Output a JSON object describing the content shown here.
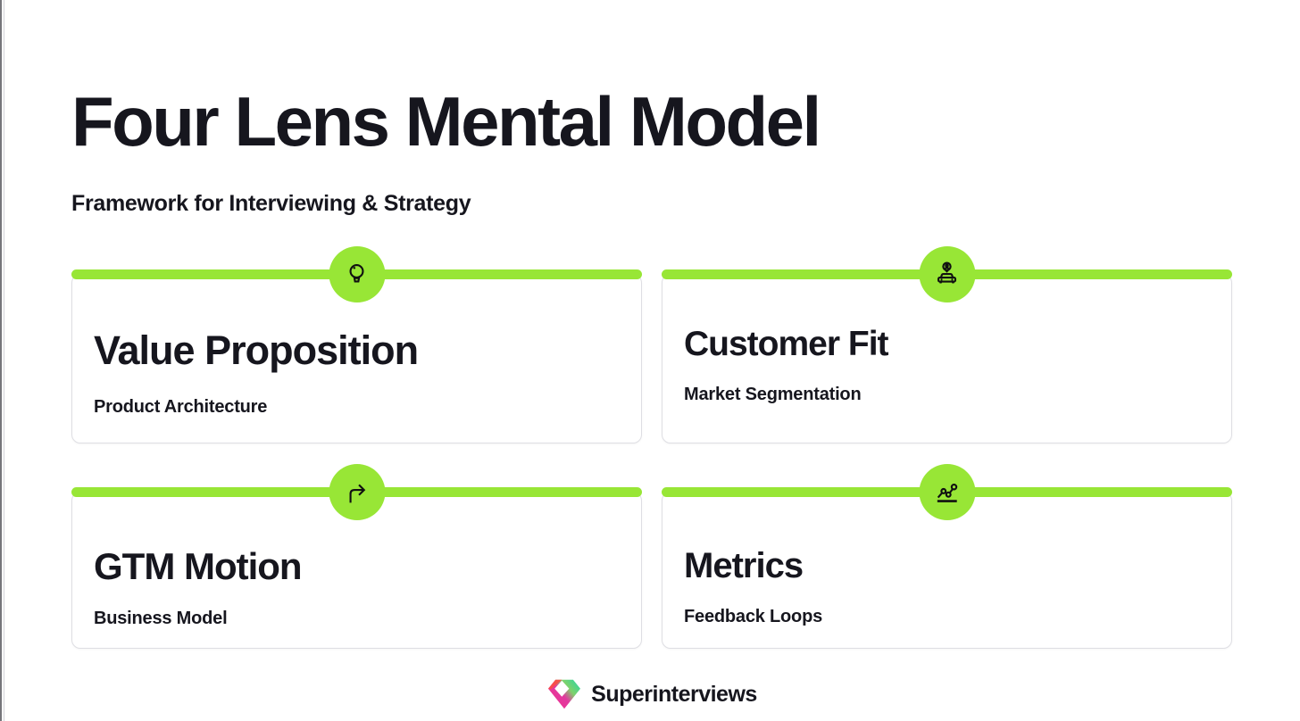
{
  "page": {
    "title": "Four Lens Mental Model",
    "subtitle": "Framework for Interviewing & Strategy"
  },
  "cards": [
    {
      "title": "Value Proposition",
      "subtitle": "Product Architecture",
      "icon": "lightbulb-icon"
    },
    {
      "title": "Customer Fit",
      "subtitle": "Market Segmentation",
      "icon": "driver-car-pin-icon"
    },
    {
      "title": "GTM Motion",
      "subtitle": "Business Model",
      "icon": "corner-up-right-arrow-icon"
    },
    {
      "title": "Metrics",
      "subtitle": "Feedback Loops",
      "icon": "line-chart-dots-icon"
    }
  ],
  "footer": {
    "brand": "Superinterviews"
  },
  "colors": {
    "accent_green": "#98E636",
    "text_dark": "#16161E",
    "card_border": "#DEDEE3",
    "logo_magenta": "#F2308F",
    "logo_red": "#FB4E42",
    "logo_green": "#2ED69F"
  }
}
